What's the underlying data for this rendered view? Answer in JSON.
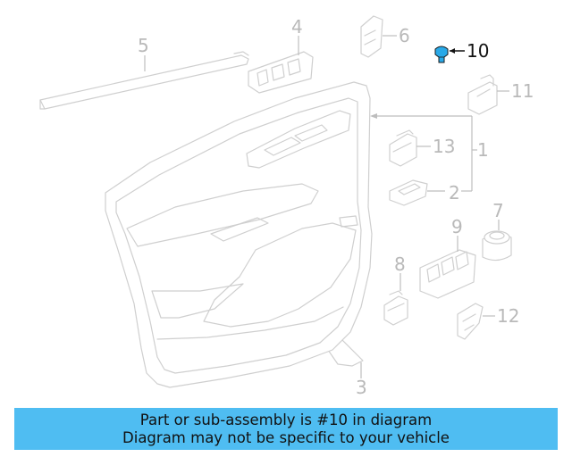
{
  "callouts": {
    "c1": "1",
    "c2": "2",
    "c3": "3",
    "c4": "4",
    "c5": "5",
    "c6": "6",
    "c7": "7",
    "c8": "8",
    "c9": "9",
    "c10": "10",
    "c11": "11",
    "c12": "12",
    "c13": "13"
  },
  "highlighted_part": "10",
  "colors": {
    "banner": "#4fbdf2",
    "highlight_part": "#29a9e8",
    "parts": "#cfcfcf"
  },
  "banner": {
    "line1": "Part or sub-assembly is #10 in diagram",
    "line2": "Diagram may not be specific to your vehicle"
  }
}
